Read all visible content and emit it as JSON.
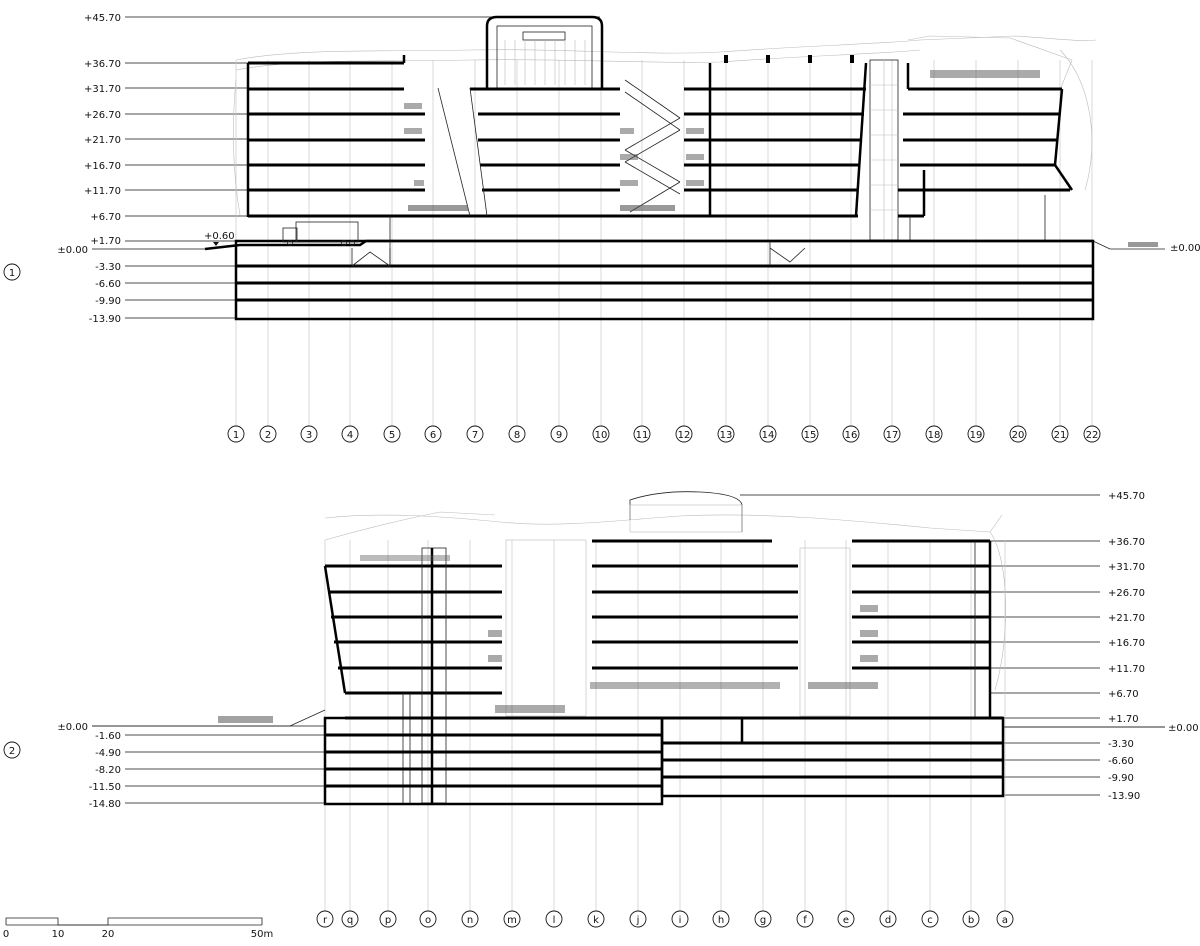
{
  "section_1": {
    "label": "1",
    "levels": [
      "+45.70",
      "+36.70",
      "+31.70",
      "+26.70",
      "+21.70",
      "+16.70",
      "+11.70",
      "+6.70",
      "+1.70",
      "±0.00",
      "-3.30",
      "-6.60",
      "-9.90",
      "-13.90"
    ],
    "ground_right": "±0.00",
    "ramp_level": "+0.60",
    "axes": [
      "1",
      "2",
      "3",
      "4",
      "5",
      "6",
      "7",
      "8",
      "9",
      "10",
      "11",
      "12",
      "13",
      "14",
      "15",
      "16",
      "17",
      "18",
      "19",
      "20",
      "21",
      "22"
    ]
  },
  "section_2": {
    "label": "2",
    "levels_right": [
      "+45.70",
      "+36.70",
      "+31.70",
      "+26.70",
      "+21.70",
      "+16.70",
      "+11.70",
      "+6.70",
      "+1.70",
      "±0.00",
      "-3.30",
      "-6.60",
      "-9.90",
      "-13.90"
    ],
    "levels_left": [
      "±0.00",
      "-1.60",
      "-4.90",
      "-8.20",
      "-11.50",
      "-14.80"
    ],
    "axes": [
      "r",
      "q",
      "p",
      "o",
      "n",
      "m",
      "l",
      "k",
      "j",
      "i",
      "h",
      "g",
      "f",
      "e",
      "d",
      "c",
      "b",
      "a"
    ]
  },
  "scale_bar": {
    "ticks": [
      "0",
      "10",
      "20",
      "50m"
    ]
  }
}
